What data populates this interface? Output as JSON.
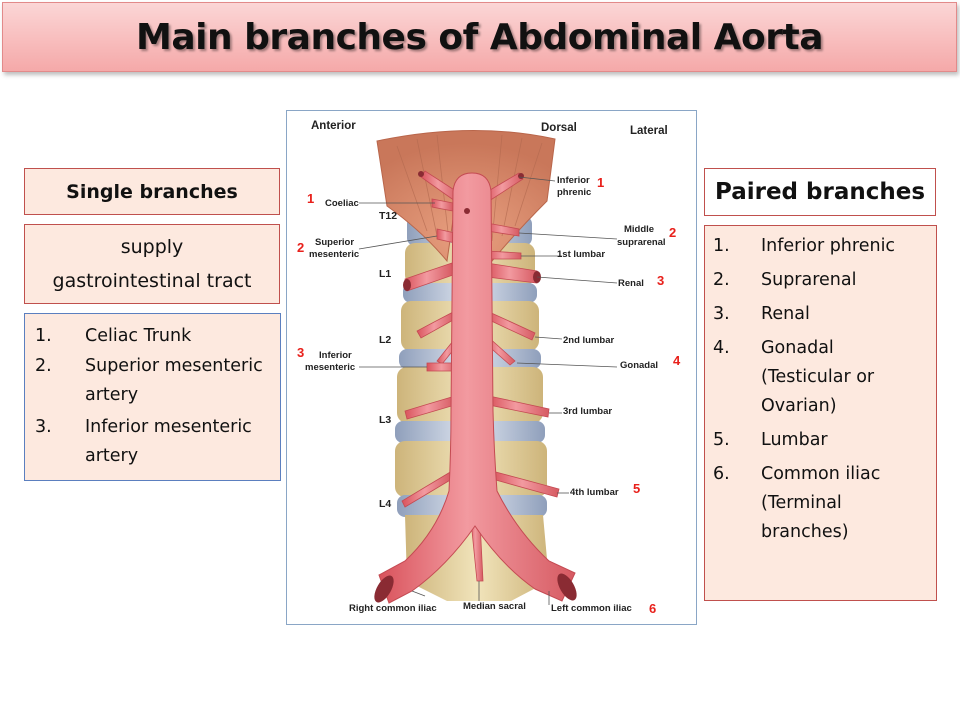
{
  "title": "Main branches of Abdominal Aorta",
  "single": {
    "header": "Single branches",
    "supply_line1": "supply",
    "supply_line2": "gastrointestinal tract",
    "items": [
      {
        "num": "1.",
        "text": "Celiac Trunk"
      },
      {
        "num": "2.",
        "text": "Superior mesenteric artery"
      },
      {
        "num": "3.",
        "text": "Inferior mesenteric artery"
      }
    ]
  },
  "paired": {
    "header": "Paired branches",
    "items": [
      {
        "num": "1.",
        "text": "Inferior phrenic"
      },
      {
        "num": "2.",
        "text": "Suprarenal"
      },
      {
        "num": "3.",
        "text": "Renal"
      },
      {
        "num": "4.",
        "text": "Gonadal (Testicular or Ovarian)"
      },
      {
        "num": "5.",
        "text": "Lumbar"
      },
      {
        "num": "6.",
        "text": "Common iliac (Terminal branches)"
      }
    ]
  },
  "figure": {
    "orientation": {
      "anterior": "Anterior",
      "dorsal": "Dorsal",
      "lateral": "Lateral"
    },
    "vertebrae": {
      "t12": "T12",
      "l1": "L1",
      "l2": "L2",
      "l3": "L3",
      "l4": "L4"
    },
    "left_labels": {
      "coeliac": "Coeliac",
      "superior_mesenteric_1": "Superior",
      "superior_mesenteric_2": "mesenteric",
      "inferior_mesenteric_1": "Inferior",
      "inferior_mesenteric_2": "mesenteric"
    },
    "right_labels": {
      "inferior_phrenic_1": "Inferior",
      "inferior_phrenic_2": "phrenic",
      "middle_suprarenal_1": "Middle",
      "middle_suprarenal_2": "suprarenal",
      "first_lumbar": "1st lumbar",
      "renal": "Renal",
      "second_lumbar": "2nd lumbar",
      "gonadal": "Gonadal",
      "third_lumbar": "3rd lumbar",
      "fourth_lumbar": "4th lumbar"
    },
    "bottom_labels": {
      "right_common_iliac": "Right common iliac",
      "median_sacral": "Median sacral",
      "left_common_iliac": "Left common iliac"
    },
    "markers": {
      "coeliac": "1",
      "superior_mesenteric": "2",
      "inferior_mesenteric": "3",
      "inferior_phrenic": "1",
      "middle_suprarenal": "2",
      "renal": "3",
      "gonadal": "4",
      "fourth_lumbar": "5",
      "left_common_iliac": "6"
    },
    "colors": {
      "aorta": "#e8737a",
      "diaphragm": "#d98b6e",
      "vertebra": "#e9d9a8",
      "disc": "#b9c4d6",
      "marker": "#e8201b"
    }
  }
}
